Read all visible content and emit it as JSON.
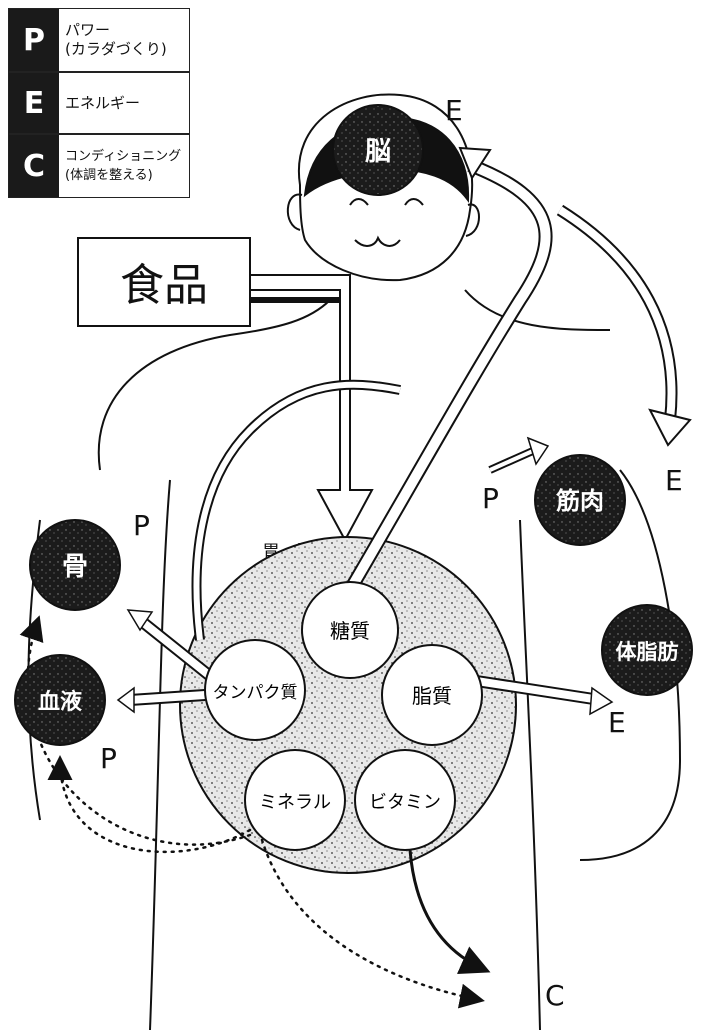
{
  "legend": [
    {
      "letter": "P",
      "line1": "パワー",
      "line2": "(カラダづくり)"
    },
    {
      "letter": "E",
      "line1": "エネルギー",
      "line2": ""
    },
    {
      "letter": "C",
      "line1": "コンディショニング",
      "line2": "(体調を整える)"
    }
  ],
  "food_label": "食品",
  "stomach_label": "胃・腸",
  "nutrients": {
    "carbs": "糖質",
    "protein": "タンパク質",
    "fat": "脂質",
    "mineral": "ミネラル",
    "vitamin": "ビタミン"
  },
  "targets": {
    "brain": "脳",
    "muscle": "筋肉",
    "body_fat": "体脂肪",
    "bone": "骨",
    "blood": "血液"
  },
  "markers": {
    "brain_e": "E",
    "muscle_p": "P",
    "muscle_e": "E",
    "fat_e": "E",
    "bone_p": "P",
    "blood_p": "P",
    "vitamin_c": "C"
  }
}
